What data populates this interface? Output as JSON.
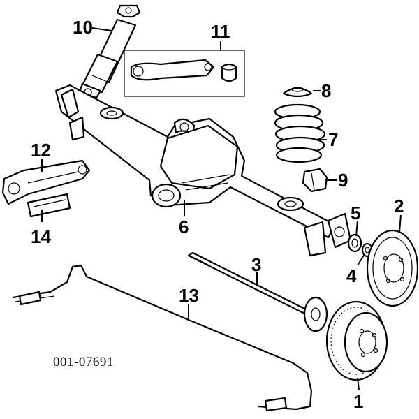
{
  "diagram": {
    "reference_code": "001-07691",
    "callouts": [
      {
        "id": "1",
        "part": "brake-drum"
      },
      {
        "id": "2",
        "part": "backing-plate"
      },
      {
        "id": "3",
        "part": "axle-shaft"
      },
      {
        "id": "4",
        "part": "washer"
      },
      {
        "id": "5",
        "part": "seal"
      },
      {
        "id": "6",
        "part": "axle-housing"
      },
      {
        "id": "7",
        "part": "coil-spring"
      },
      {
        "id": "8",
        "part": "spring-insulator"
      },
      {
        "id": "9",
        "part": "bump-stop"
      },
      {
        "id": "10",
        "part": "shock-absorber"
      },
      {
        "id": "11",
        "part": "upper-control-arm"
      },
      {
        "id": "12",
        "part": "lower-control-arm"
      },
      {
        "id": "13",
        "part": "stabilizer-bar"
      },
      {
        "id": "14",
        "part": "bracket"
      }
    ]
  }
}
